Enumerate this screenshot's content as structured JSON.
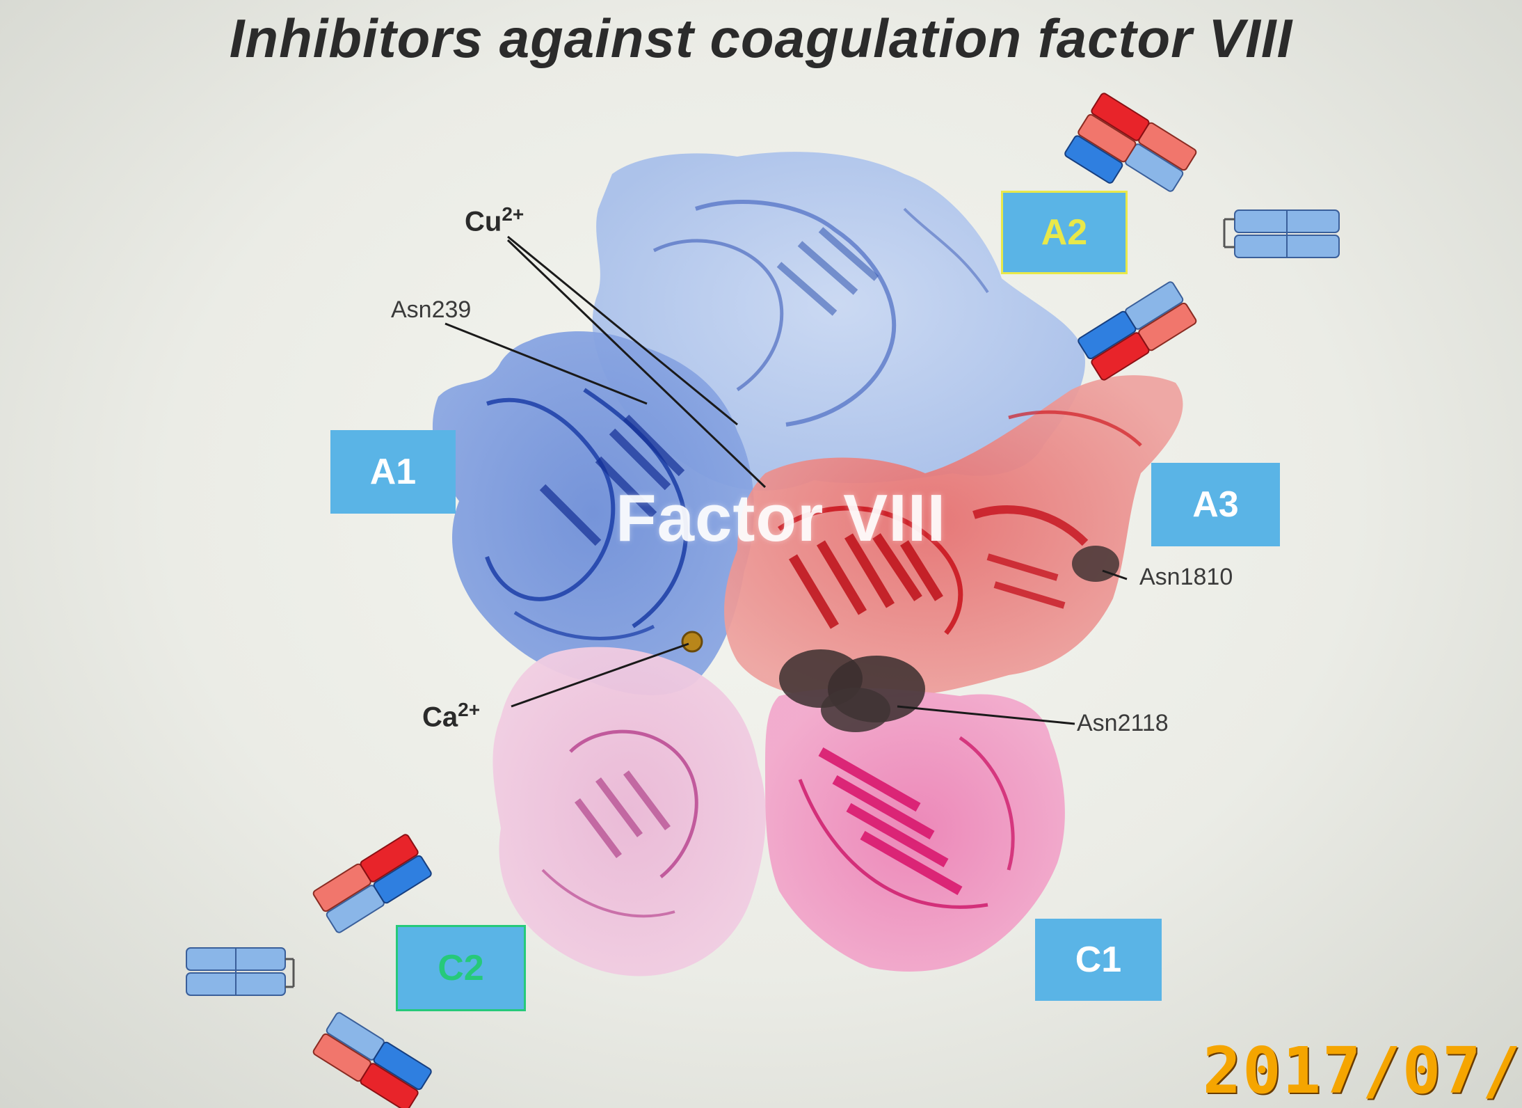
{
  "title": "Inhibitors against coagulation factor VIII",
  "center_label": "Factor VIII",
  "domains": {
    "a1": "A1",
    "a2": "A2",
    "a3": "A3",
    "c1": "C1",
    "c2": "C2"
  },
  "annotations": {
    "cu": "Cu",
    "cu_sup": "2+",
    "ca": "Ca",
    "ca_sup": "2+",
    "asn239": "Asn239",
    "asn1810": "Asn1810",
    "asn2118": "Asn2118"
  },
  "timestamp": "2017/07/",
  "colors": {
    "label_box": "#5ab4e6",
    "a2_text": "#e8e84a",
    "c2_text": "#26c97a",
    "timestamp": "#f5a500"
  }
}
